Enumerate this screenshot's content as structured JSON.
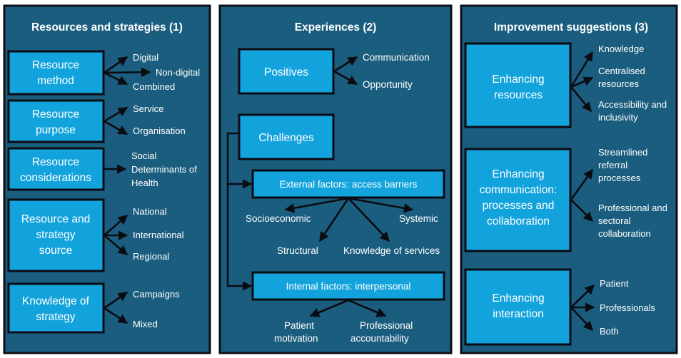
{
  "figure": {
    "background": "#ffffff",
    "panel_color": "#1a5d7e",
    "node_color": "#13a3dc",
    "line_color": "#0b0b12",
    "text_color": "#ffffff"
  },
  "panels": [
    {
      "id": "panel-1",
      "title": "Resources and strategies (1)",
      "nodes": [
        {
          "id": "resource-method",
          "label_lines": [
            "Resource",
            "method"
          ],
          "branches": [
            "Digital",
            "Non-digital",
            "Combined"
          ]
        },
        {
          "id": "resource-purpose",
          "label_lines": [
            "Resource",
            "purpose"
          ],
          "branches": [
            "Service",
            "Organisation"
          ]
        },
        {
          "id": "resource-considerations",
          "label_lines": [
            "Resource",
            "considerations"
          ],
          "branches": [
            "Social Determinants of Health"
          ]
        },
        {
          "id": "resource-and-strategy-source",
          "label_lines": [
            "Resource and",
            "strategy",
            "source"
          ],
          "branches": [
            "National",
            "International",
            "Regional"
          ]
        },
        {
          "id": "knowledge-of-strategy",
          "label_lines": [
            "Knowledge of",
            "strategy"
          ],
          "branches": [
            "Campaigns",
            "Mixed"
          ]
        }
      ]
    },
    {
      "id": "panel-2",
      "title": "Experiences (2)",
      "nodes": [
        {
          "id": "positives",
          "label_lines": [
            "Positives"
          ],
          "branches": [
            "Communication",
            "Opportunity"
          ]
        },
        {
          "id": "challenges",
          "label_lines": [
            "Challenges"
          ],
          "branches": []
        },
        {
          "id": "external-factors",
          "label_lines": [
            "External factors: access barriers"
          ],
          "branches": [
            "Socioeconomic",
            "Systemic",
            "Structural",
            "Knowledge of services"
          ]
        },
        {
          "id": "internal-factors",
          "label_lines": [
            "Internal factors: interpersonal"
          ],
          "branches": [
            "Patient motivation",
            "Professional accountability"
          ]
        }
      ]
    },
    {
      "id": "panel-3",
      "title": "Improvement suggestions (3)",
      "nodes": [
        {
          "id": "enhancing-resources",
          "label_lines": [
            "Enhancing",
            "resources"
          ],
          "branches": [
            "Knowledge",
            "Centralised resources",
            "Accessibility and inclusivity"
          ]
        },
        {
          "id": "enhancing-communication",
          "label_lines": [
            "Enhancing",
            "communication:",
            "processes and",
            "collaboration"
          ],
          "branches": [
            "Streamlined referral processes",
            "Professional and sectoral collaboration"
          ]
        },
        {
          "id": "enhancing-interaction",
          "label_lines": [
            "Enhancing",
            "interaction"
          ],
          "branches": [
            "Patient",
            "Professionals",
            "Both"
          ]
        }
      ]
    }
  ],
  "labels": {
    "p1_title": "Resources and strategies (1)",
    "p2_title": "Experiences (2)",
    "p3_title": "Improvement suggestions (3)",
    "n_resource_method_1": "Resource",
    "n_resource_method_2": "method",
    "n_resource_purpose_1": "Resource",
    "n_resource_purpose_2": "purpose",
    "n_resource_cons_1": "Resource",
    "n_resource_cons_2": "considerations",
    "n_resource_source_1": "Resource and",
    "n_resource_source_2": "strategy",
    "n_resource_source_3": "source",
    "n_knowledge_strategy_1": "Knowledge of",
    "n_knowledge_strategy_2": "strategy",
    "l_digital": "Digital",
    "l_nondigital": "Non-digital",
    "l_combined": "Combined",
    "l_service": "Service",
    "l_organisation": "Organisation",
    "l_social": "Social",
    "l_determinants": "Determinants of",
    "l_health": "Health",
    "l_national": "National",
    "l_international": "International",
    "l_regional": "Regional",
    "l_campaigns": "Campaigns",
    "l_mixed": "Mixed",
    "n_positives": "Positives",
    "n_challenges": "Challenges",
    "n_external": "External factors: access barriers",
    "n_internal": "Internal factors: interpersonal",
    "l_communication": "Communication",
    "l_opportunity": "Opportunity",
    "l_socioeconomic": "Socioeconomic",
    "l_systemic": "Systemic",
    "l_structural": "Structural",
    "l_knowledge_services": "Knowledge of services",
    "l_patient": "Patient",
    "l_motivation": "motivation",
    "l_professional": "Professional",
    "l_accountability": "accountability",
    "n_enh_res_1": "Enhancing",
    "n_enh_res_2": "resources",
    "n_enh_com_1": "Enhancing",
    "n_enh_com_2": "communication:",
    "n_enh_com_3": "processes and",
    "n_enh_com_4": "collaboration",
    "n_enh_int_1": "Enhancing",
    "n_enh_int_2": "interaction",
    "l_knowledge": "Knowledge",
    "l_centralised": "Centralised",
    "l_resources": "resources",
    "l_accessibility": "Accessibility and",
    "l_inclusivity": "inclusivity",
    "l_streamlined": "Streamlined",
    "l_referral": "referral",
    "l_processes": "processes",
    "l_prof_and": "Professional and",
    "l_sectoral": "sectoral",
    "l_collaboration": "collaboration",
    "l_patient2": "Patient",
    "l_professionals": "Professionals",
    "l_both": "Both"
  }
}
